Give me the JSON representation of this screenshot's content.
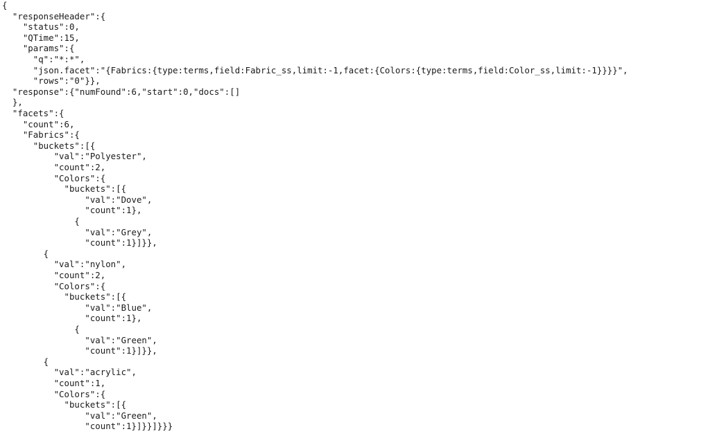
{
  "document": {
    "lines": [
      "{",
      "  \"responseHeader\":{",
      "    \"status\":0,",
      "    \"QTime\":15,",
      "    \"params\":{",
      "      \"q\":\"*:*\",",
      "      \"json.facet\":\"{Fabrics:{type:terms,field:Fabric_ss,limit:-1,facet:{Colors:{type:terms,field:Color_ss,limit:-1}}}}\",",
      "      \"rows\":\"0\"}},",
      "  \"response\":{\"numFound\":6,\"start\":0,\"docs\":[]",
      "  },",
      "  \"facets\":{",
      "    \"count\":6,",
      "    \"Fabrics\":{",
      "      \"buckets\":[{",
      "          \"val\":\"Polyester\",",
      "          \"count\":2,",
      "          \"Colors\":{",
      "            \"buckets\":[{",
      "                \"val\":\"Dove\",",
      "                \"count\":1},",
      "              {",
      "                \"val\":\"Grey\",",
      "                \"count\":1}]}},",
      "        {",
      "          \"val\":\"nylon\",",
      "          \"count\":2,",
      "          \"Colors\":{",
      "            \"buckets\":[{",
      "                \"val\":\"Blue\",",
      "                \"count\":1},",
      "              {",
      "                \"val\":\"Green\",",
      "                \"count\":1}]}},",
      "        {",
      "          \"val\":\"acrylic\",",
      "          \"count\":1,",
      "          \"Colors\":{",
      "            \"buckets\":[{",
      "                \"val\":\"Green\",",
      "                \"count\":1}]}}]}}}"
    ]
  }
}
